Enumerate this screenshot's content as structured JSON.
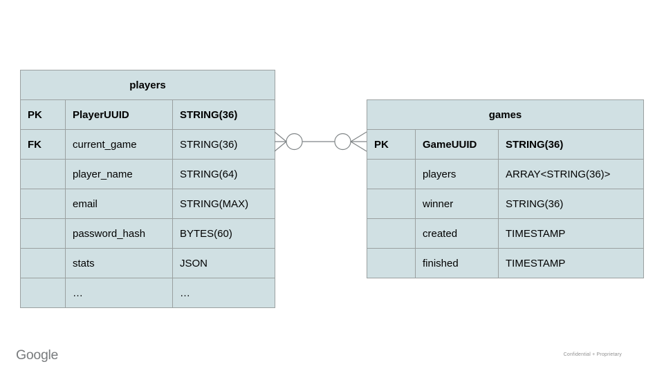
{
  "slide": {
    "footer": {
      "logo_text": "Google",
      "note": "Confidential + Proprietary"
    }
  },
  "colors": {
    "cell_fill": "#d0e0e3",
    "cell_border": "#9aa0a0",
    "connector_stroke": "#7f8486",
    "text": "#000000",
    "footer_gray": "#8f8f8f"
  },
  "connector": {
    "kind": "er-relationship-line",
    "left_end": "zero-or-many",
    "right_end": "zero-or-many"
  },
  "tables": {
    "players": {
      "title": "players",
      "rows": [
        {
          "key": "PK",
          "name": "PlayerUUID",
          "type": "STRING(36)"
        },
        {
          "key": "FK",
          "name": "current_game",
          "type": "STRING(36)"
        },
        {
          "key": "",
          "name": "player_name",
          "type": "STRING(64)"
        },
        {
          "key": "",
          "name": "email",
          "type": "STRING(MAX)"
        },
        {
          "key": "",
          "name": "password_hash",
          "type": "BYTES(60)"
        },
        {
          "key": "",
          "name": "stats",
          "type": "JSON"
        },
        {
          "key": "",
          "name": "…",
          "type": "…"
        }
      ]
    },
    "games": {
      "title": "games",
      "rows": [
        {
          "key": "PK",
          "name": "GameUUID",
          "type": "STRING(36)"
        },
        {
          "key": "",
          "name": "players",
          "type": "ARRAY<STRING(36)>"
        },
        {
          "key": "",
          "name": "winner",
          "type": "STRING(36)"
        },
        {
          "key": "",
          "name": "created",
          "type": "TIMESTAMP"
        },
        {
          "key": "",
          "name": "finished",
          "type": "TIMESTAMP"
        }
      ]
    }
  }
}
